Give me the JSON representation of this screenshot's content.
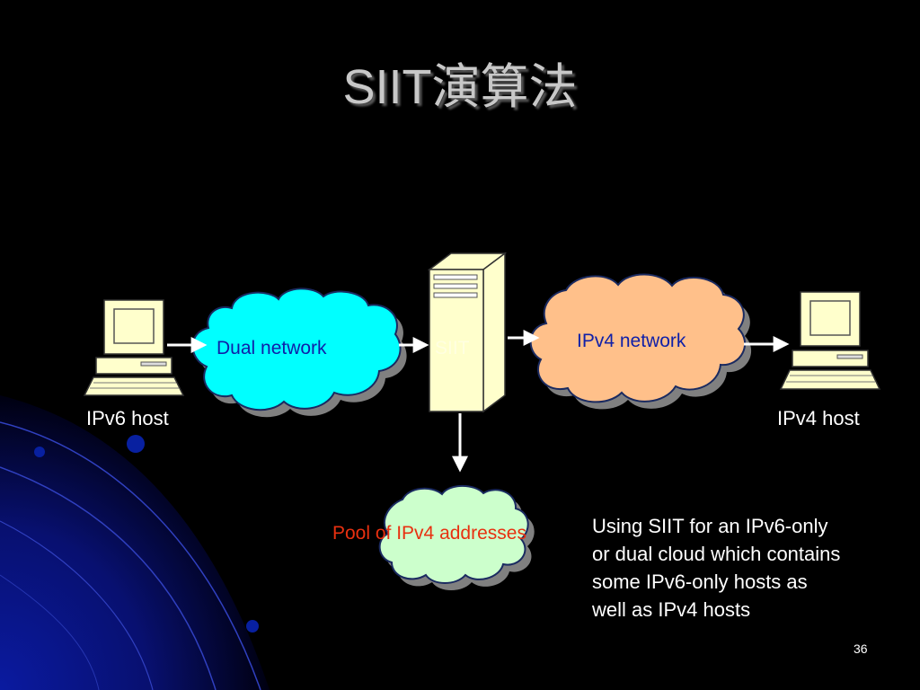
{
  "slide": {
    "title": "SIIT演算法",
    "page_number": "36"
  },
  "diagram": {
    "ipv6_host_label": "IPv6 host",
    "ipv4_host_label": "IPv4 host",
    "dual_network_label": "Dual network",
    "ipv4_network_label": "IPv4 network",
    "siit_label": "SIIT",
    "pool_label": "Pool of IPv4 addresses",
    "note_lines": [
      "Using SIIT for an IPv6-only",
      "or dual cloud which contains",
      "some IPv6-only hosts as",
      "well as IPv4 hosts"
    ]
  },
  "colors": {
    "background": "#000000",
    "dual_cloud": "#00ffff",
    "ipv4_cloud": "#ffc08a",
    "pool_cloud": "#ccffcc",
    "server": "#ffffcc",
    "decor_blue": "#0a1aa0",
    "cloud_label": "#1020a8",
    "pool_label": "#e83010"
  }
}
